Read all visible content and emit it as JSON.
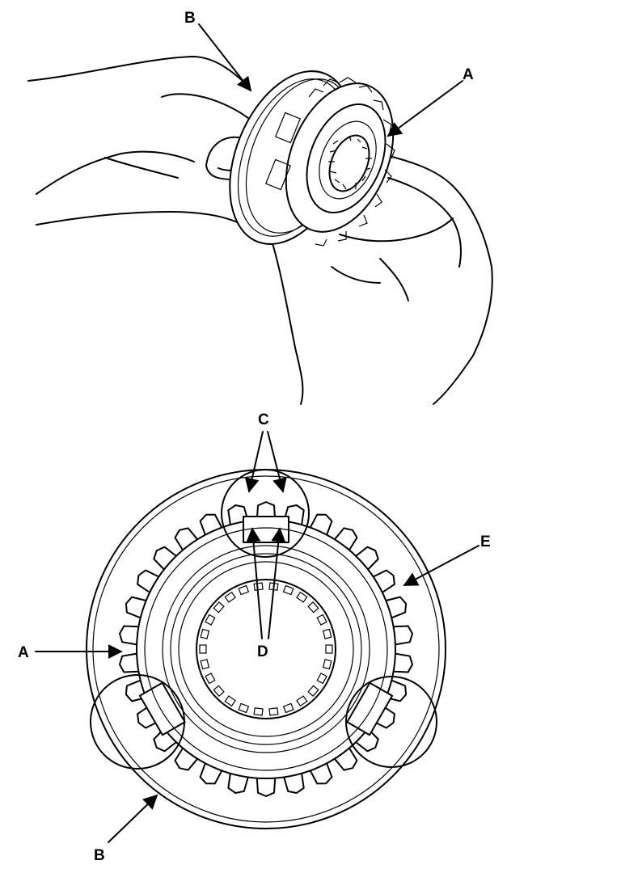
{
  "labels": {
    "top_b": "B",
    "top_a": "A",
    "c": "C",
    "d": "D",
    "e": "E",
    "left_a": "A",
    "bottom_b": "B"
  }
}
